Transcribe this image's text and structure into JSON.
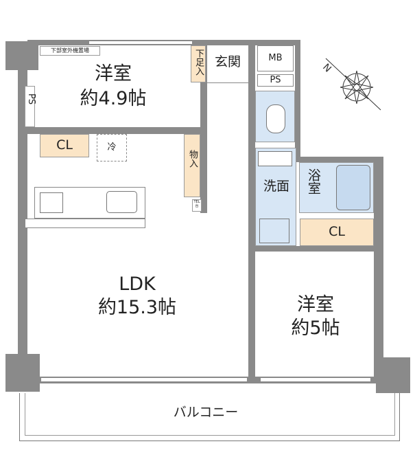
{
  "rooms": {
    "western1": {
      "name": "洋室",
      "size": "約4.9帖"
    },
    "ldk": {
      "name": "LDK",
      "size": "約15.3帖"
    },
    "western2": {
      "name": "洋室",
      "size": "約5帖"
    },
    "entrance": "玄関",
    "shoe_storage": "下足入",
    "storage": "物入",
    "washroom": "洗面",
    "bathroom": "浴室",
    "closet1": "CL",
    "closet2": "CL",
    "mb": "MB",
    "ps_right": "PS",
    "ps_left": "PS",
    "fridge": "冷",
    "outdoor_unit": "下部室外機置場",
    "tel": "TEL台",
    "balcony": "バルコニー"
  },
  "compass": {
    "label": "N"
  },
  "colors": {
    "wall": "#8a8a8a",
    "closet": "#fbe5c6",
    "wet_area": "#d7e6f5"
  }
}
